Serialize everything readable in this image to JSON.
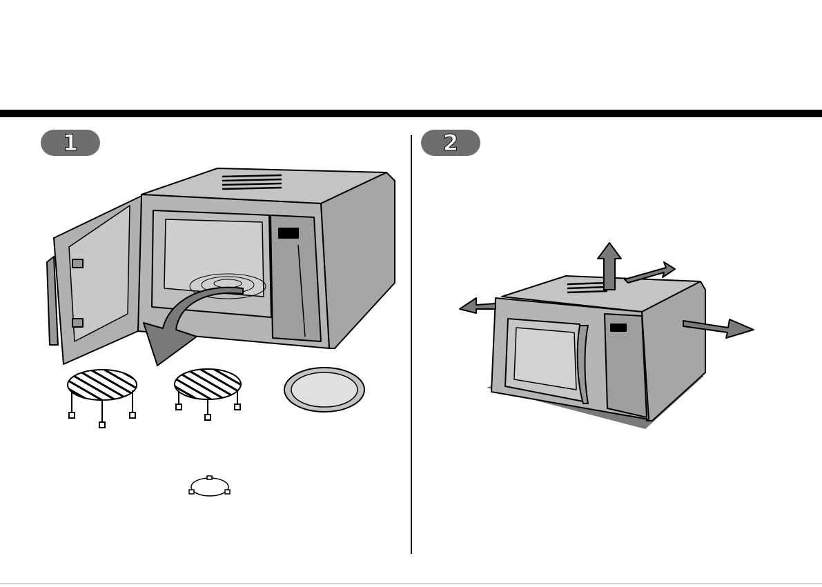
{
  "steps": [
    {
      "number": "1"
    },
    {
      "number": "2"
    }
  ],
  "accessories": {
    "rack_count": 2,
    "tray_count": 1,
    "roller_ring_count": 1
  }
}
